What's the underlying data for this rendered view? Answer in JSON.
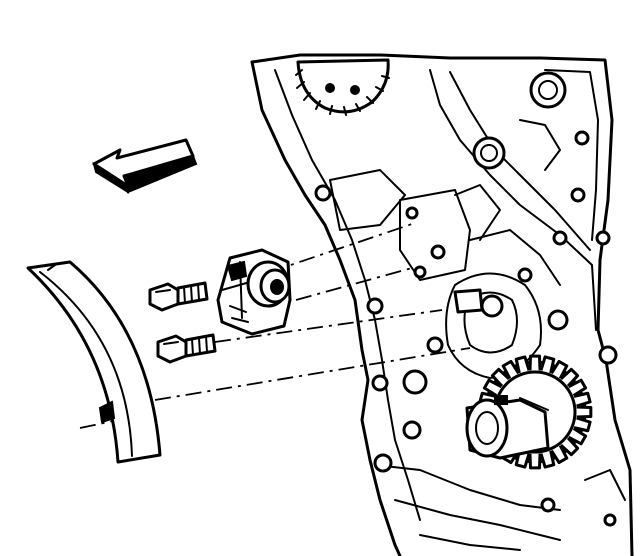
{
  "figure": {
    "kind": "exploded technical line drawing",
    "parts": [
      "engine-front-cover",
      "camshaft-sprocket",
      "crankshaft-sprocket",
      "timing-chain-tensioner",
      "tensioner-bolt-upper",
      "tensioner-bolt-lower",
      "timing-chain-shoe",
      "removal-direction-arrow"
    ],
    "ink_color": "#000000",
    "background_color": "#ffffff"
  }
}
